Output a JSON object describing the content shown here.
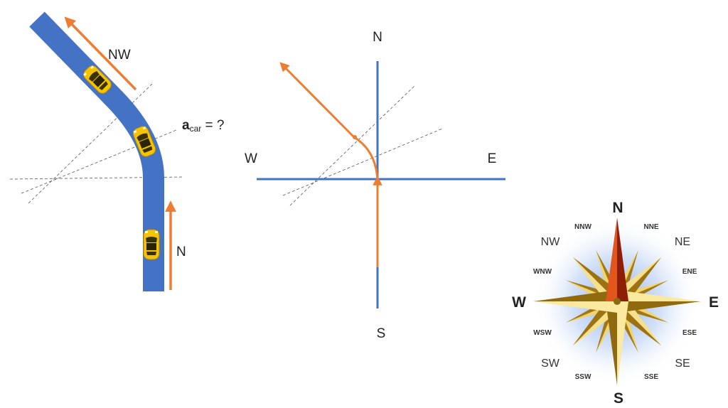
{
  "colors": {
    "road": "#4472c4",
    "arrow": "#ed7d31",
    "car": "#f5c400",
    "axis": "#4472c4",
    "guide": "#555555"
  },
  "road_panel": {
    "arrow_nw_label": "NW",
    "arrow_n_label": "N",
    "question_bold": "a",
    "question_sub": "car",
    "question_rest": " = ?"
  },
  "axes_panel": {
    "north": "N",
    "south": "S",
    "east": "E",
    "west": "W"
  },
  "compass": {
    "cardinals": {
      "n": "N",
      "s": "S",
      "e": "E",
      "w": "W"
    },
    "intercardinals": {
      "ne": "NE",
      "nw": "NW",
      "se": "SE",
      "sw": "SW"
    },
    "secondary": {
      "nne": "NNE",
      "nnw": "NNW",
      "ene": "ENE",
      "wnw": "WNW",
      "ese": "ESE",
      "wsw": "WSW",
      "sse": "SSE",
      "ssw": "SSW"
    }
  }
}
